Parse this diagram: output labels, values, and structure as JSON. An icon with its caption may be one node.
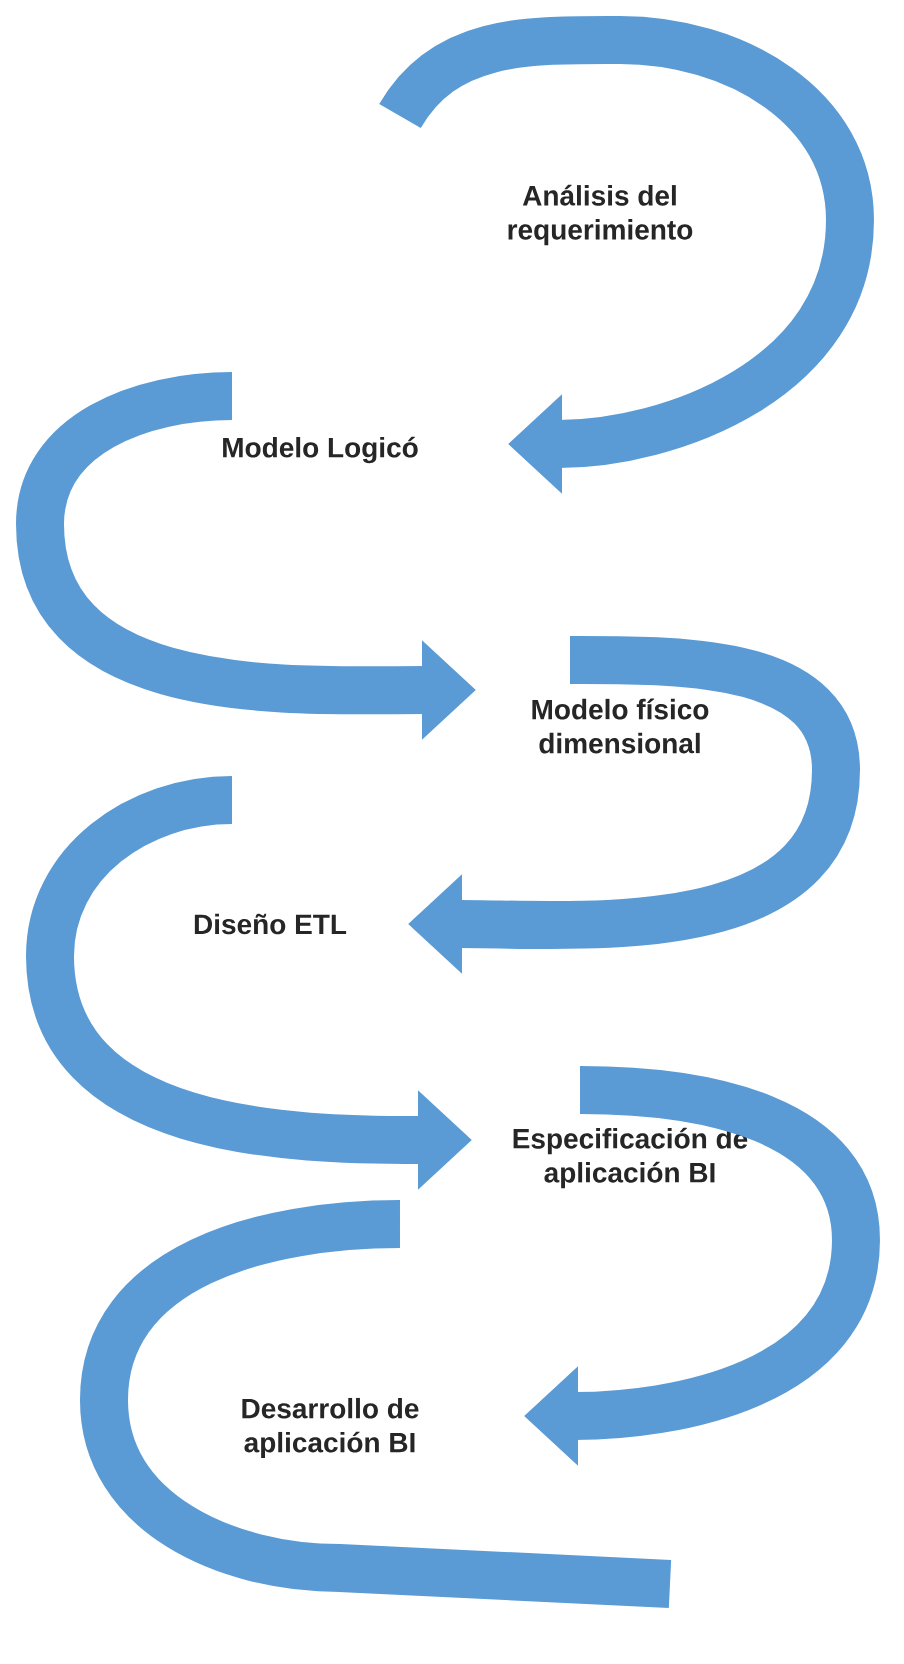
{
  "diagram": {
    "nodes": [
      {
        "text": [
          "Análisis del requerimiento"
        ]
      },
      {
        "text": [
          "Modelo Logicó"
        ]
      },
      {
        "text": [
          "Modelo físico dimensional"
        ]
      },
      {
        "text": [
          "Diseño ETL"
        ]
      },
      {
        "text": [
          "Especificación de aplicación BI"
        ]
      },
      {
        "text": [
          "Desarrollo de aplicación BI"
        ]
      }
    ],
    "edges": [
      {
        "from": 0,
        "to": 1,
        "arrow": "to"
      },
      {
        "from": 1,
        "to": 2,
        "arrow": "to"
      },
      {
        "from": 2,
        "to": 3,
        "arrow": "to"
      },
      {
        "from": 3,
        "to": 4,
        "arrow": "to"
      },
      {
        "from": 4,
        "to": 5,
        "arrow": "to"
      }
    ]
  }
}
